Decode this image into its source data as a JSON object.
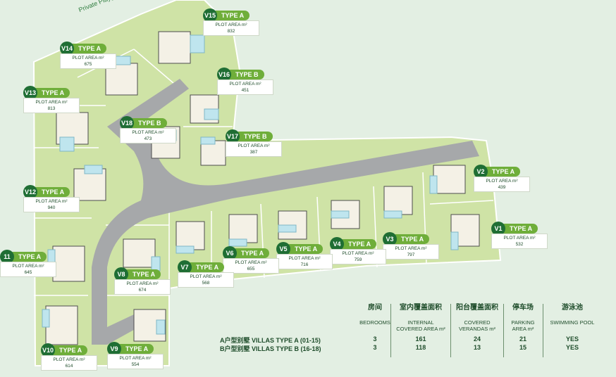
{
  "street_label": "Private Playground - ",
  "area_label": "PLOT AREA m²",
  "colors": {
    "background": "#e3efe3",
    "lot": "#cfe3a6",
    "lot_border": "#ffffff",
    "road": "#a6a8aa",
    "pill": "#6fae3a",
    "badge": "#1f6e34",
    "text": "#1f4d2b"
  },
  "villas": [
    {
      "id": "V1",
      "type": "TYPE A",
      "area": "532"
    },
    {
      "id": "V2",
      "type": "TYPE A",
      "area": "439"
    },
    {
      "id": "V3",
      "type": "TYPE A",
      "area": "797"
    },
    {
      "id": "V4",
      "type": "TYPE A",
      "area": "759"
    },
    {
      "id": "V5",
      "type": "TYPE A",
      "area": "716"
    },
    {
      "id": "V6",
      "type": "TYPE A",
      "area": "655"
    },
    {
      "id": "V7",
      "type": "TYPE A",
      "area": "568"
    },
    {
      "id": "V8",
      "type": "TYPE A",
      "area": "674"
    },
    {
      "id": "V9",
      "type": "TYPE A",
      "area": "554"
    },
    {
      "id": "V10",
      "type": "TYPE A",
      "area": "614"
    },
    {
      "id": "11",
      "type": "TYPE A",
      "area": "645"
    },
    {
      "id": "V12",
      "type": "TYPE A",
      "area": "940"
    },
    {
      "id": "V13",
      "type": "TYPE A",
      "area": "813"
    },
    {
      "id": "V14",
      "type": "TYPE A",
      "area": "675"
    },
    {
      "id": "V15",
      "type": "TYPE A",
      "area": "832"
    },
    {
      "id": "V16",
      "type": "TYPE B",
      "area": "451"
    },
    {
      "id": "V17",
      "type": "TYPE B",
      "area": "387"
    },
    {
      "id": "V18",
      "type": "TYPE B",
      "area": "473"
    }
  ],
  "summary": {
    "headers": [
      {
        "zh": "房间",
        "en": [
          "BEDROOMS"
        ]
      },
      {
        "zh": "室内覆盖面积",
        "en": [
          "INTERNAL",
          "COVERED AREA m²"
        ]
      },
      {
        "zh": "阳台覆盖面积",
        "en": [
          "COVERED",
          "VERANDAS m²"
        ]
      },
      {
        "zh": "停车场",
        "en": [
          "PARKING",
          "AREA m²"
        ]
      },
      {
        "zh": "游泳池",
        "en": [
          "SWIMMING POOL"
        ]
      }
    ],
    "rows": [
      {
        "label_zh": "A户型别墅",
        "label_en": "VILLAS TYPE A (01-15)",
        "values": [
          "3",
          "161",
          "24",
          "21",
          "YES"
        ]
      },
      {
        "label_zh": "B户型别墅",
        "label_en": "VILLAS TYPE B (16-18)",
        "values": [
          "3",
          "118",
          "13",
          "15",
          "YES"
        ]
      }
    ]
  }
}
